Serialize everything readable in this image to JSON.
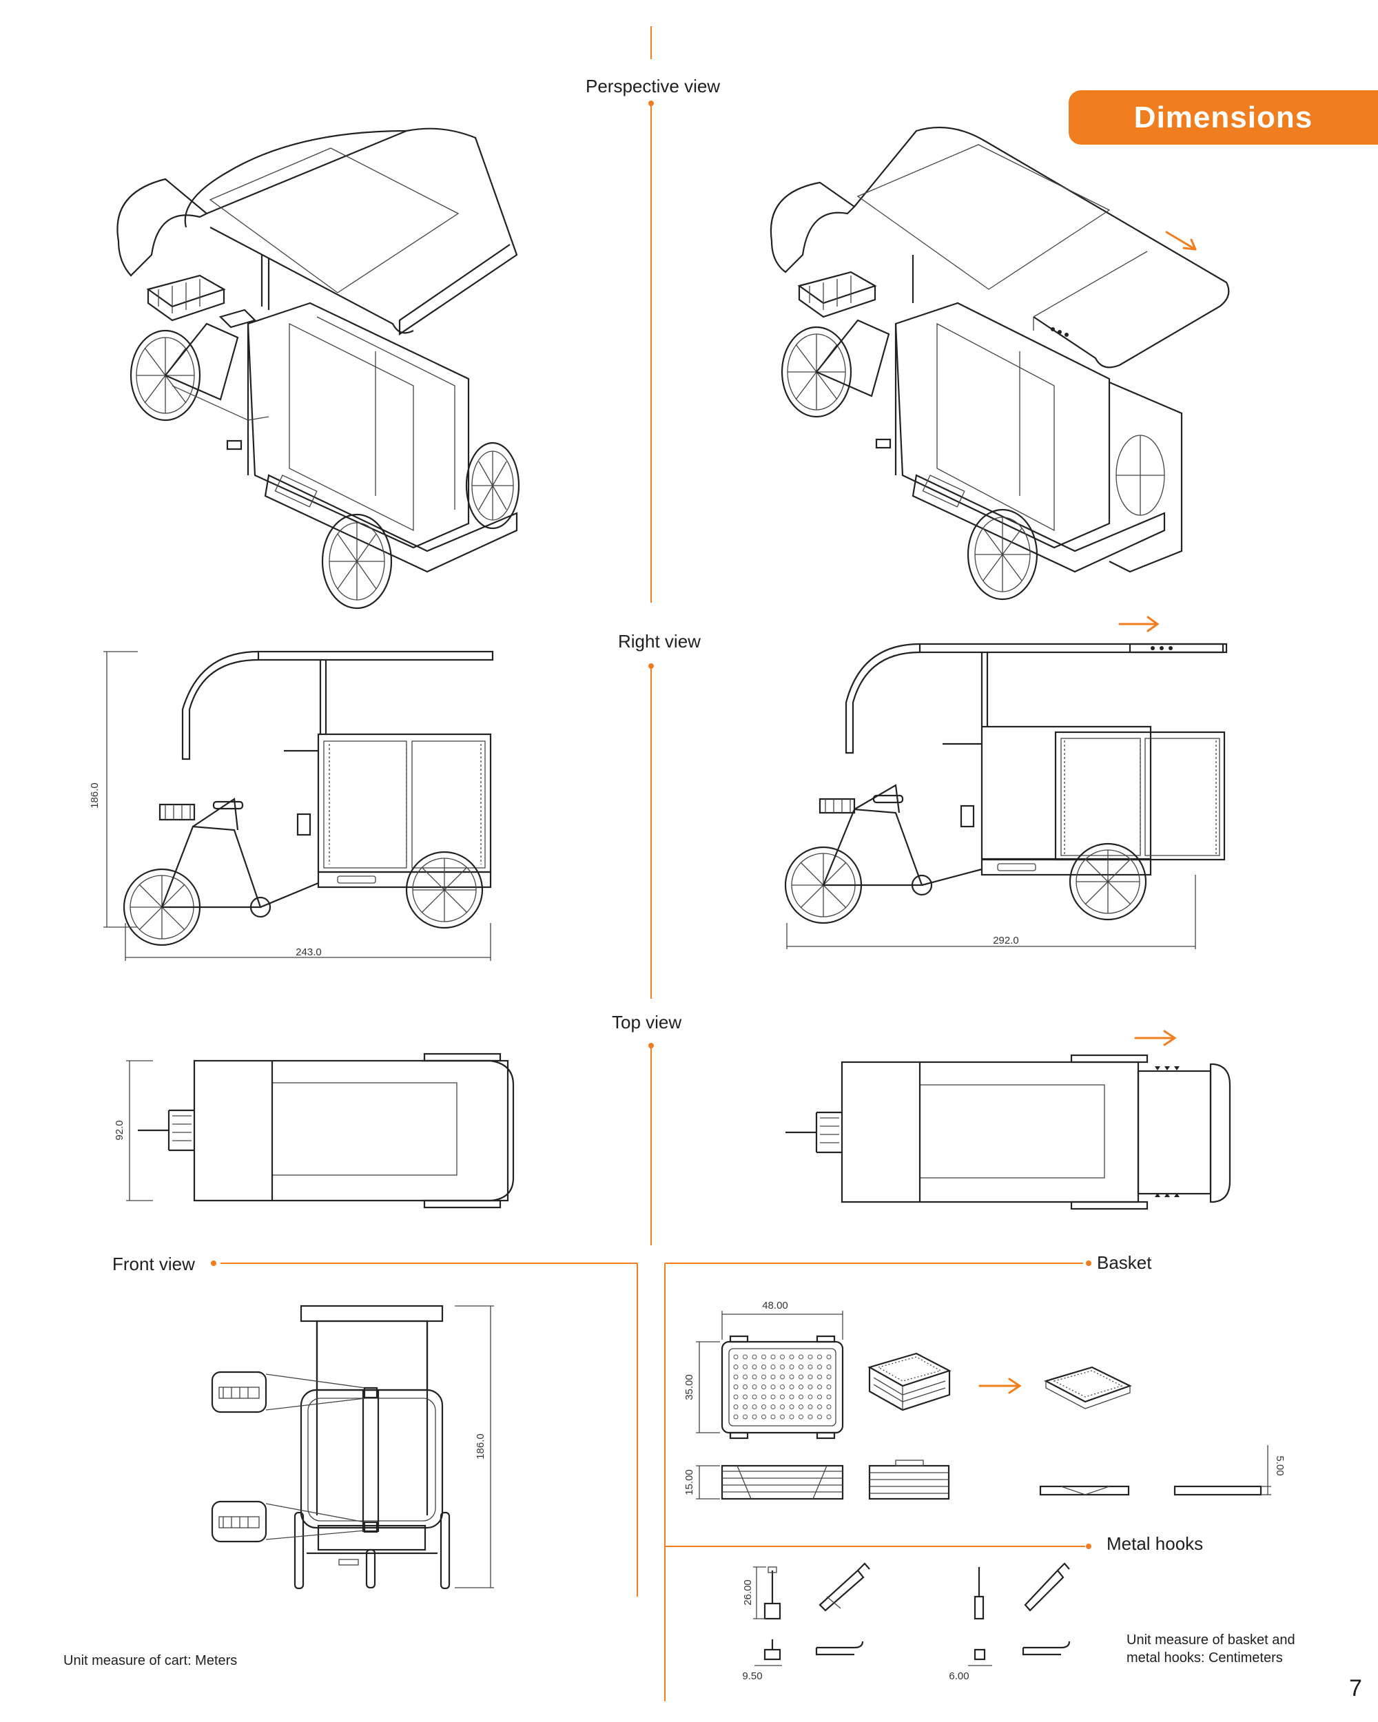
{
  "header": {
    "title": "Dimensions",
    "accent_color": "#f07d1e"
  },
  "sections": {
    "perspective": "Perspective view",
    "right": "Right view",
    "top": "Top view",
    "front": "Front view",
    "basket": "Basket",
    "hooks": "Metal hooks"
  },
  "dimensions": {
    "height": "186.0",
    "length_closed": "243.0",
    "length_open": "292.0",
    "width": "92.0",
    "front_height": "186.0",
    "basket_width": "48.00",
    "basket_depth": "35.00",
    "basket_height": "15.00",
    "tray_height": "5.00",
    "hook1_height": "26.00",
    "hook1_width": "9.50",
    "hook2_width": "6.00"
  },
  "notes": {
    "cart_units": "Unit measure of cart: Meters",
    "basket_units": "Unit measure of basket and metal hooks: Centimeters"
  },
  "page_number": "7",
  "icons": [
    "arrow-right-icon"
  ]
}
